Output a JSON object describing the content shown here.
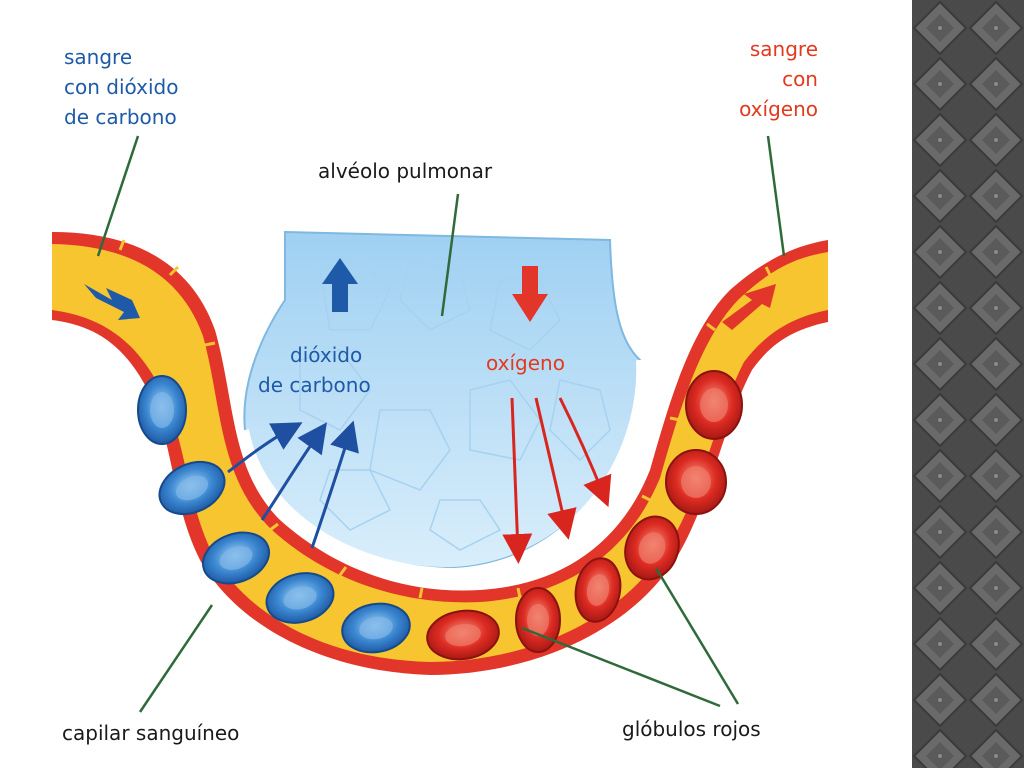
{
  "labels": {
    "co2_blood": [
      "sangre",
      "con dióxido",
      "de carbono"
    ],
    "o2_blood": [
      "sangre",
      "con",
      "oxígeno"
    ],
    "alveolus": "alvéolo pulmonar",
    "co2_gas": [
      "dióxido",
      "de carbono"
    ],
    "o2_gas": "oxígeno",
    "capillary": "capilar sanguíneo",
    "red_cells": "glóbulos rojos"
  },
  "colors": {
    "blue_text": "#1f5aa8",
    "red_text": "#e23a1e",
    "vessel_wall": "#e2362a",
    "vessel_fill": "#f7c530",
    "alveolus_fill": "#bfe1f7",
    "blue_cell": "#2f7cc9",
    "red_cell": "#d8261f",
    "pointer_line": "#2f6a3a",
    "side_panel": "#5a5a5a"
  }
}
